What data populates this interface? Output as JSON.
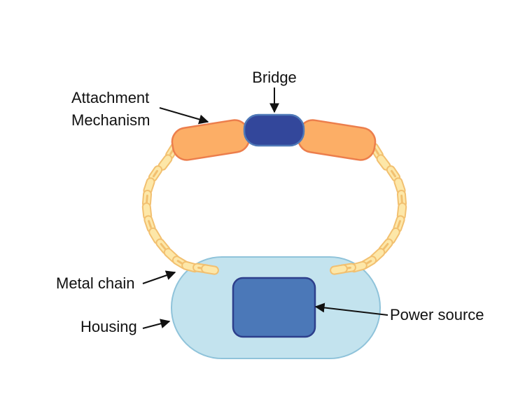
{
  "labels": {
    "bridge": "Bridge",
    "attachment_line1": "Attachment",
    "attachment_line2": "Mechanism",
    "metal_chain": "Metal chain",
    "housing": "Housing",
    "power_source": "Power source"
  },
  "colors": {
    "housing_fill": "#c3e3ee",
    "housing_stroke": "#8fc3da",
    "power_fill": "#4b78b8",
    "power_stroke": "#2d3f8c",
    "bridge_fill": "#33479b",
    "bridge_stroke": "#4f79b8",
    "attachment_fill": "#fcae66",
    "attachment_stroke": "#ec7e4c",
    "chain_fill": "#fde7a8",
    "chain_stroke": "#f2c070",
    "text": "#111111",
    "arrow": "#111111"
  }
}
